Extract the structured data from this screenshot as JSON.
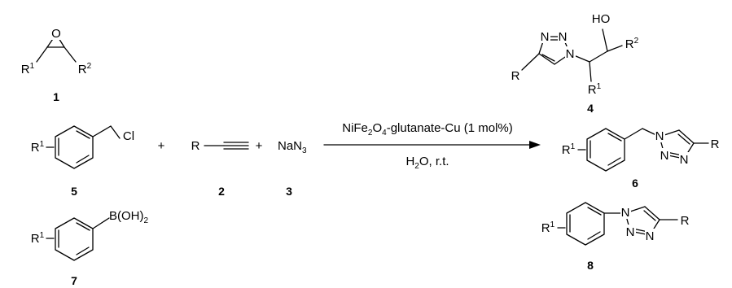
{
  "scheme": {
    "reagents": {
      "plus": "+",
      "alkyne_r": "R",
      "azide": "NaN",
      "azide_sub": "3"
    },
    "conditions": {
      "catalyst_parts": [
        "NiFe",
        "2",
        "O",
        "4",
        "-glutanate-Cu (1 mol%)"
      ],
      "solvent_parts": [
        "H",
        "2",
        "O, r.t."
      ]
    },
    "atoms": {
      "O": "O",
      "N": "N",
      "R": "R",
      "R1_base": "R",
      "sup1": "1",
      "sup2": "2",
      "HO": "HO",
      "Cl": "Cl",
      "BOH_a": "B(OH)",
      "BOH_sub": "2"
    },
    "compounds": {
      "c1": "1",
      "c2": "2",
      "c3": "3",
      "c4": "4",
      "c5": "5",
      "c6": "6",
      "c7": "7",
      "c8": "8"
    }
  }
}
